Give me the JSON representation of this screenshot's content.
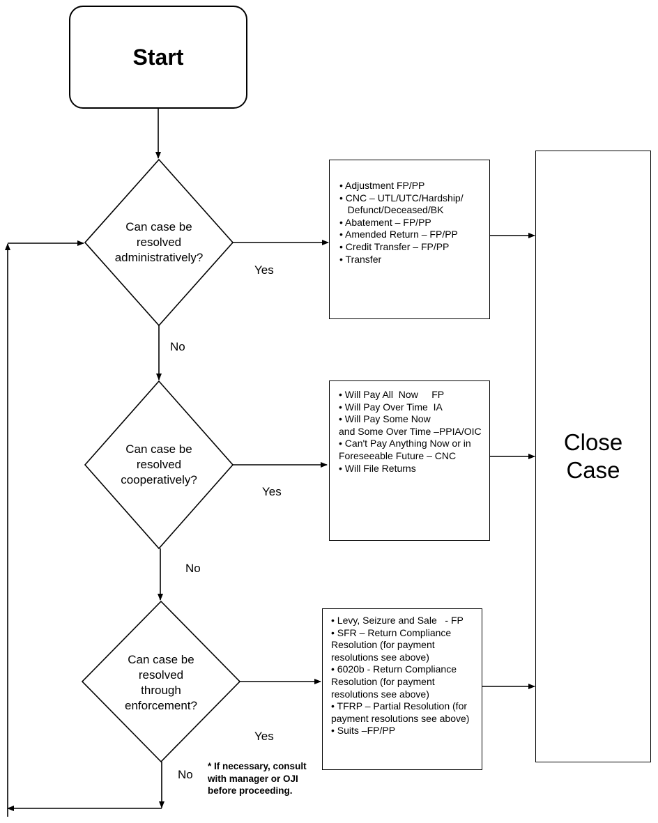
{
  "start": {
    "label": "Start"
  },
  "decisions": {
    "administrative": {
      "lines": [
        "Can case be",
        "resolved",
        "administratively?"
      ]
    },
    "cooperative": {
      "lines": [
        "Can case be",
        "resolved",
        "cooperatively?"
      ]
    },
    "enforcement": {
      "lines": [
        "Can case be",
        "resolved",
        "through",
        "enforcement?"
      ]
    }
  },
  "outcomes": {
    "administrative": [
      "• Adjustment FP/PP",
      "• CNC – UTL/UTC/Hardship/",
      "   Defunct/Deceased/BK",
      "• Abatement – FP/PP",
      "• Amended Return – FP/PP",
      "• Credit Transfer – FP/PP",
      "• Transfer"
    ],
    "cooperative": [
      "• Will Pay All  Now     FP",
      "• Will Pay Over Time  IA",
      "• Will Pay Some Now",
      "and Some Over Time –PPIA/OIC",
      "• Can't Pay Anything Now or in",
      "Foreseeable Future – CNC",
      "• Will File Returns"
    ],
    "enforcement": [
      "• Levy, Seizure and Sale   - FP",
      "• SFR – Return Compliance",
      "Resolution (for payment",
      "resolutions see above)",
      "• 6020b - Return Compliance",
      "Resolution (for payment",
      "resolutions see above)",
      "• TFRP – Partial Resolution (for",
      "payment resolutions see above)",
      "• Suits –FP/PP"
    ]
  },
  "close": {
    "lines": [
      "Close",
      "Case"
    ]
  },
  "edges": {
    "yes_admin": "Yes",
    "no_admin": "No",
    "yes_coop": "Yes",
    "no_coop": "No",
    "yes_enforce": "Yes",
    "no_enforce": "No"
  },
  "note": {
    "lines": [
      "* If necessary, consult",
      "with manager or OJI",
      "before proceeding."
    ]
  }
}
